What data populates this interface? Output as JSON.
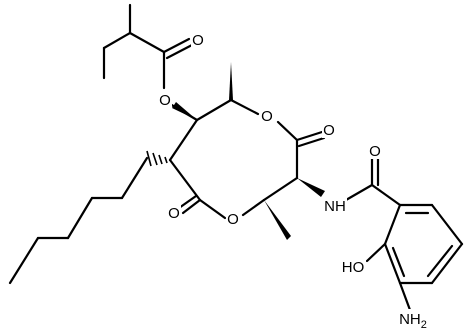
{
  "molecule": {
    "atoms": {
      "o_ester_carbonyl": "O",
      "o_ester_link": "O",
      "o_ring_top": "O",
      "o_lactone_top": "O",
      "o_lactone_bottom": "O",
      "o_ring_bottom": "O",
      "o_amide": "O",
      "nh_amide": "NH",
      "ho_phenol": "HO",
      "nh2_amine": "NH",
      "nh2_subscript": "2"
    }
  }
}
